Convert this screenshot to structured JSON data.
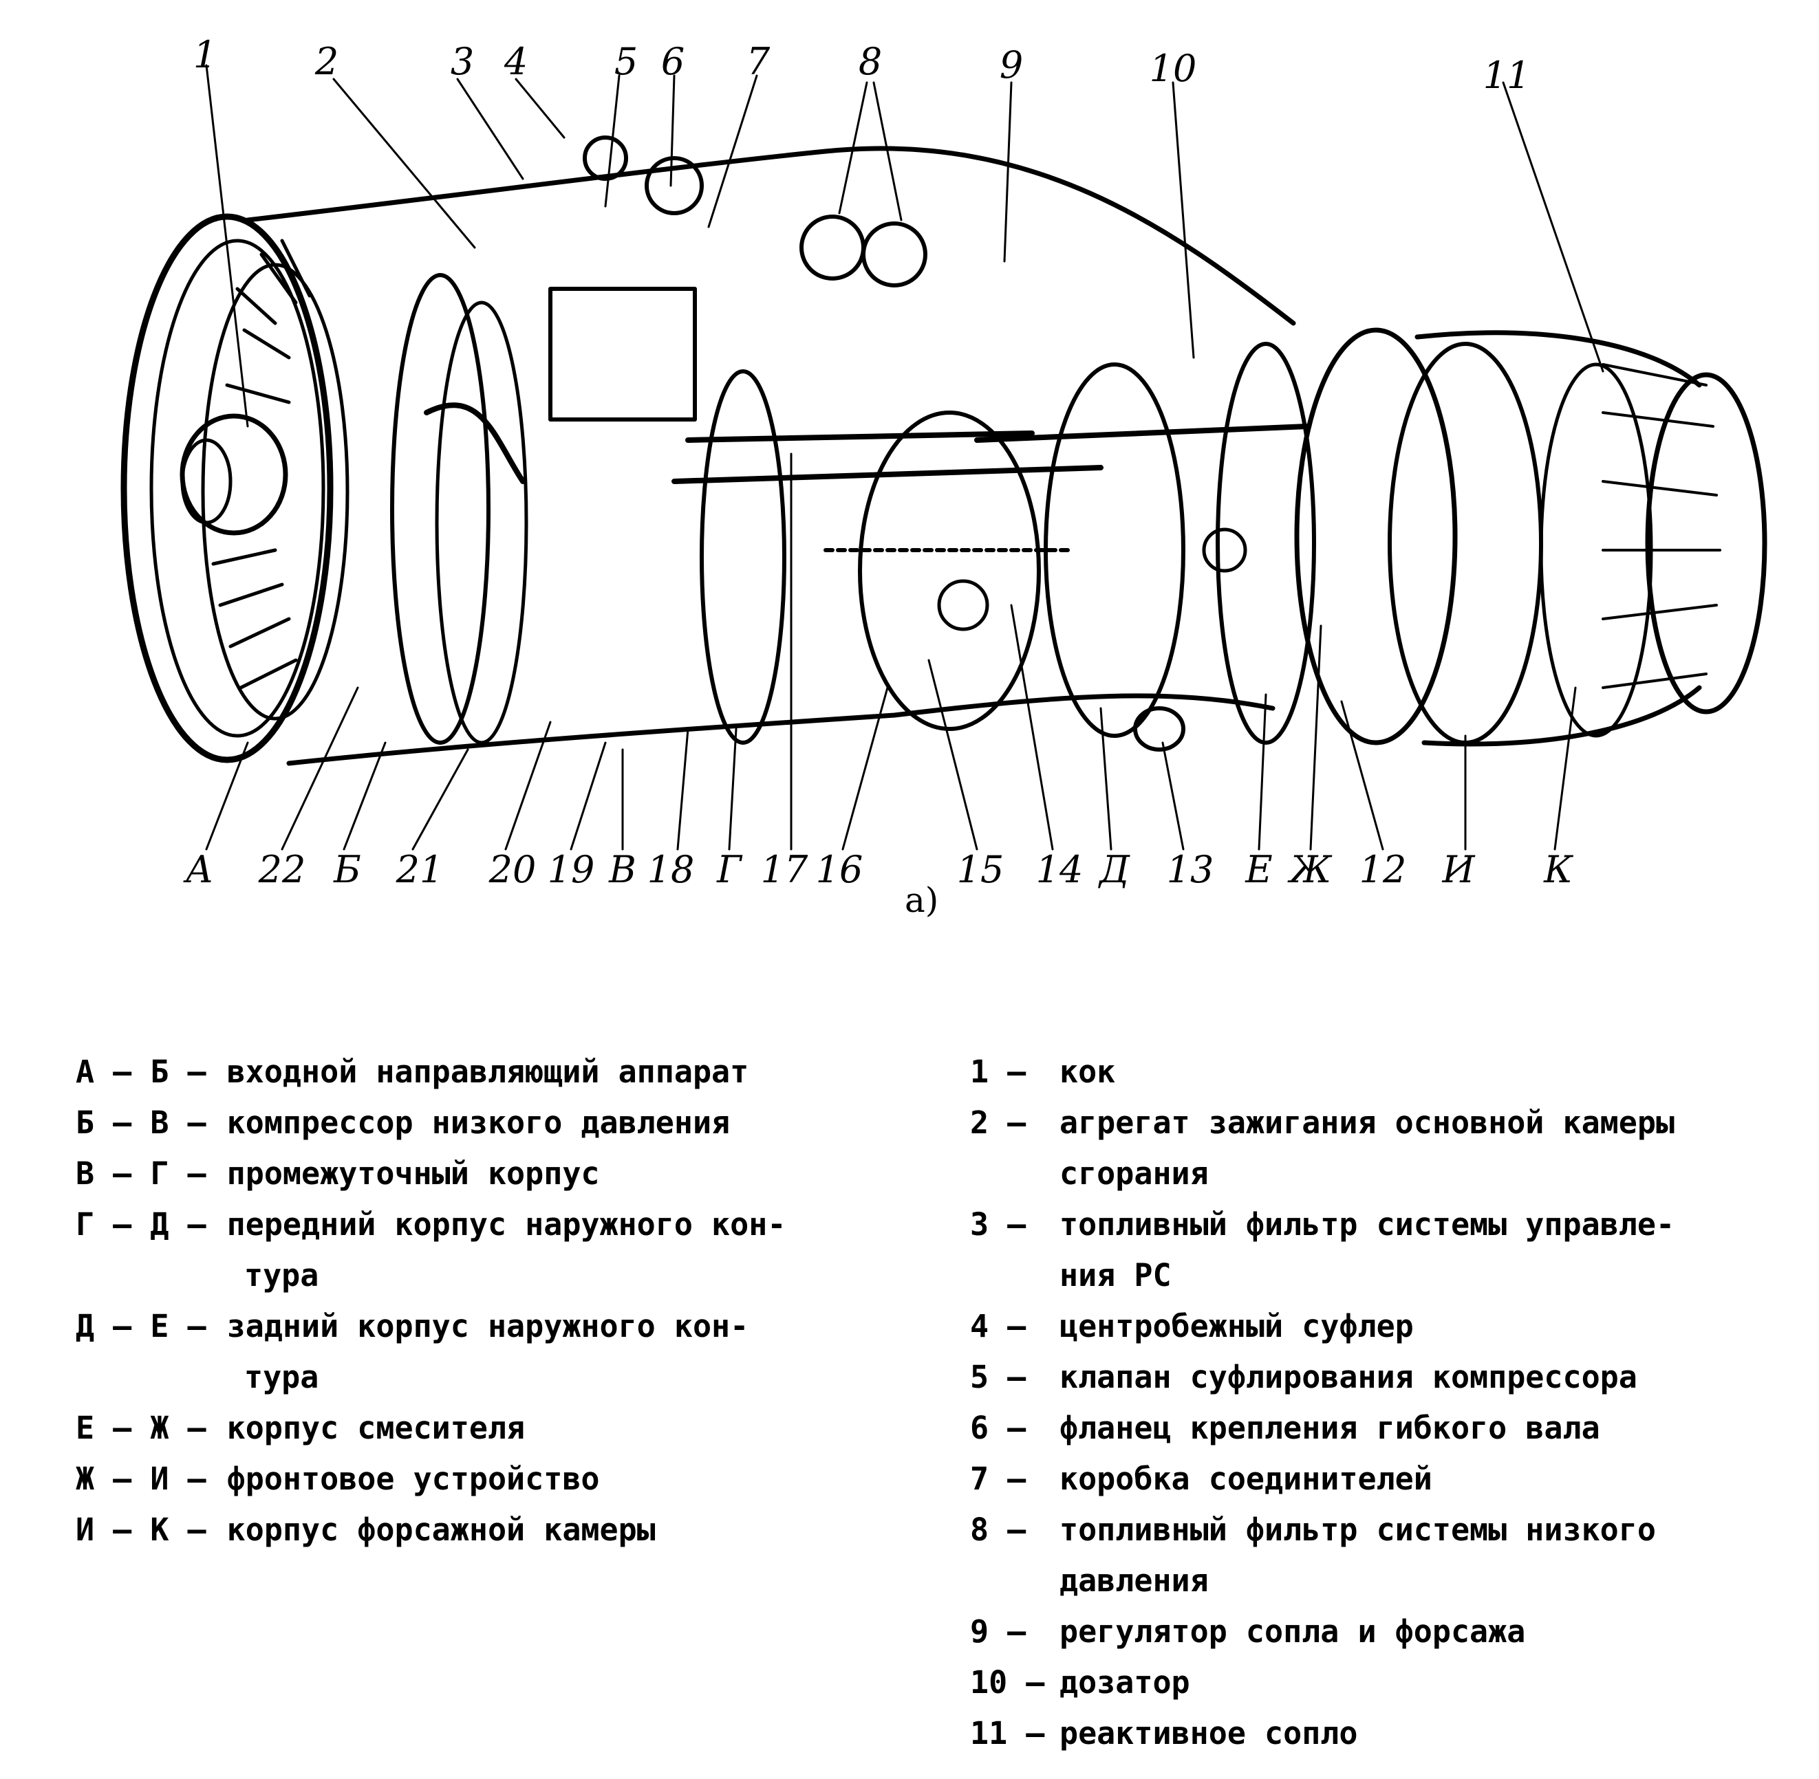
{
  "diagram": {
    "caption": "а)",
    "top_labels": [
      "1",
      "2",
      "3",
      "4",
      "5",
      "6",
      "7",
      "8",
      "9",
      "10",
      "11"
    ],
    "bottom_labels": [
      "А",
      "22",
      "Б",
      "21",
      "20",
      "19",
      "В",
      "18",
      "Г",
      "17",
      "16",
      "15",
      "14",
      "Д",
      "13",
      "Е",
      "Ж",
      "12",
      "И",
      "К"
    ]
  },
  "legend_sections": [
    {
      "key": "А – Б –",
      "text": "входной направляющий аппарат",
      "cont": ""
    },
    {
      "key": "Б – В –",
      "text": "компрессор низкого давления",
      "cont": ""
    },
    {
      "key": "В – Г –",
      "text": "промежуточный корпус",
      "cont": ""
    },
    {
      "key": "Г – Д –",
      "text": "передний корпус наружного кон-",
      "cont": "тура"
    },
    {
      "key": "Д – Е –",
      "text": "задний корпус наружного кон-",
      "cont": "тура"
    },
    {
      "key": "Е – Ж –",
      "text": "корпус смесителя",
      "cont": ""
    },
    {
      "key": "Ж – И –",
      "text": "фронтовое устройство",
      "cont": ""
    },
    {
      "key": "И – К –",
      "text": "корпус форсажной камеры",
      "cont": ""
    }
  ],
  "legend_parts": [
    {
      "key": "1 –",
      "text": "кок",
      "cont": ""
    },
    {
      "key": "2 –",
      "text": "агрегат зажигания основной камеры",
      "cont": "сгорания"
    },
    {
      "key": "3 –",
      "text": "топливный фильтр системы управле-",
      "cont": "ния РС"
    },
    {
      "key": "4 –",
      "text": "центробежный суфлер",
      "cont": ""
    },
    {
      "key": "5 –",
      "text": "клапан суфлирования компрессора",
      "cont": ""
    },
    {
      "key": "6 –",
      "text": "фланец крепления гибкого вала",
      "cont": ""
    },
    {
      "key": "7 –",
      "text": "коробка соединителей",
      "cont": ""
    },
    {
      "key": "8 –",
      "text": "топливный фильтр системы низкого",
      "cont": "давления"
    },
    {
      "key": "9 –",
      "text": "регулятор сопла и форсажа",
      "cont": ""
    },
    {
      "key": "10 –",
      "text": "дозатор",
      "cont": ""
    },
    {
      "key": "11 –",
      "text": "реактивное сопло",
      "cont": ""
    }
  ]
}
